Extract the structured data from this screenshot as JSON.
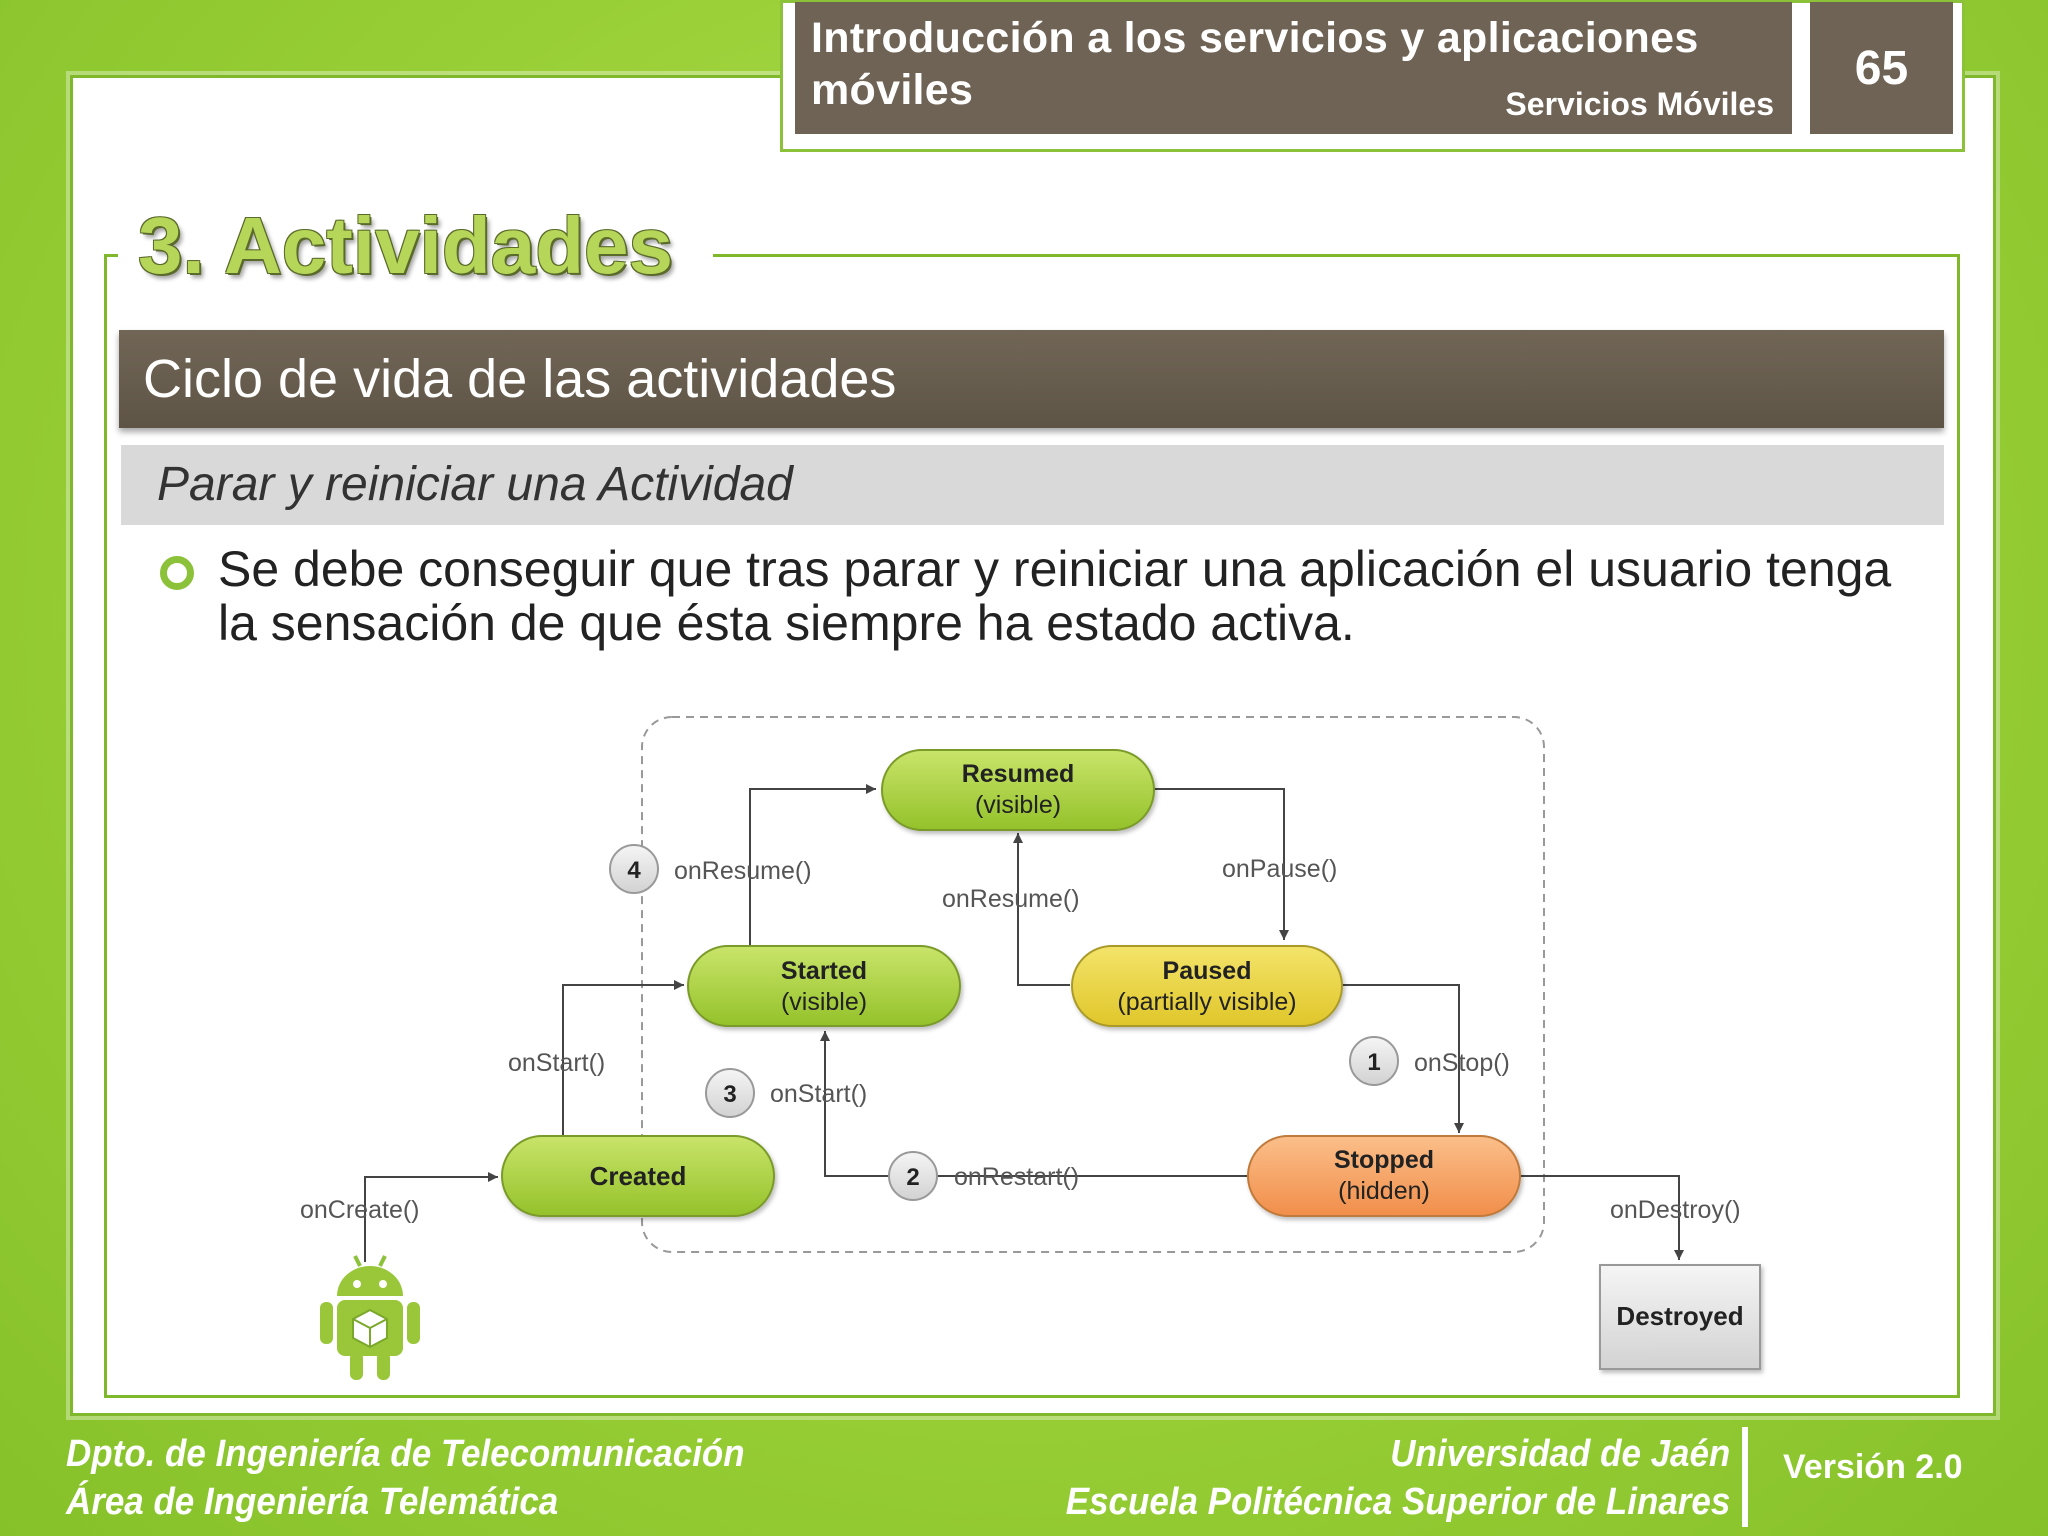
{
  "header": {
    "course_title": "Introducción a los servicios y aplicaciones móviles",
    "subtitle": "Servicios Móviles",
    "page_number": "65"
  },
  "section": {
    "title": "3. Actividades"
  },
  "topic": {
    "title": "Ciclo de vida de las actividades"
  },
  "subtopic": {
    "title": "Parar y reiniciar una Actividad"
  },
  "bullets": [
    "Se debe conseguir que tras parar y reiniciar una aplicación el usuario tenga la sensación de que ésta siempre ha estado activa."
  ],
  "diagram": {
    "states": {
      "resumed": {
        "name": "Resumed",
        "detail": "(visible)",
        "color": "#a9cd3a"
      },
      "started": {
        "name": "Started",
        "detail": "(visible)",
        "color": "#a9cd3a"
      },
      "paused": {
        "name": "Paused",
        "detail": "(partially visible)",
        "color": "#e7d33a"
      },
      "stopped": {
        "name": "Stopped",
        "detail": "(hidden)",
        "color": "#f4a05a"
      },
      "created": {
        "name": "Created",
        "color": "#a9cd3a"
      },
      "destroyed": {
        "name": "Destroyed",
        "color": "#e3e3e3"
      }
    },
    "transitions": {
      "on_create": "onCreate()",
      "on_start_1": "onStart()",
      "on_resume_4": "onResume()",
      "on_resume_mid": "onResume()",
      "on_pause": "onPause()",
      "on_stop": "onStop()",
      "on_start_3": "onStart()",
      "on_restart": "onRestart()",
      "on_destroy": "onDestroy()"
    },
    "step_numbers": {
      "one": "1",
      "two": "2",
      "three": "3",
      "four": "4"
    }
  },
  "footer": {
    "dept_line1": "Dpto. de Ingeniería de Telecomunicación",
    "dept_line2": "Área de Ingeniería Telemática",
    "univ_line1": "Universidad de Jaén",
    "univ_line2": "Escuela Politécnica Superior de Linares",
    "version": "Versión 2.0"
  }
}
